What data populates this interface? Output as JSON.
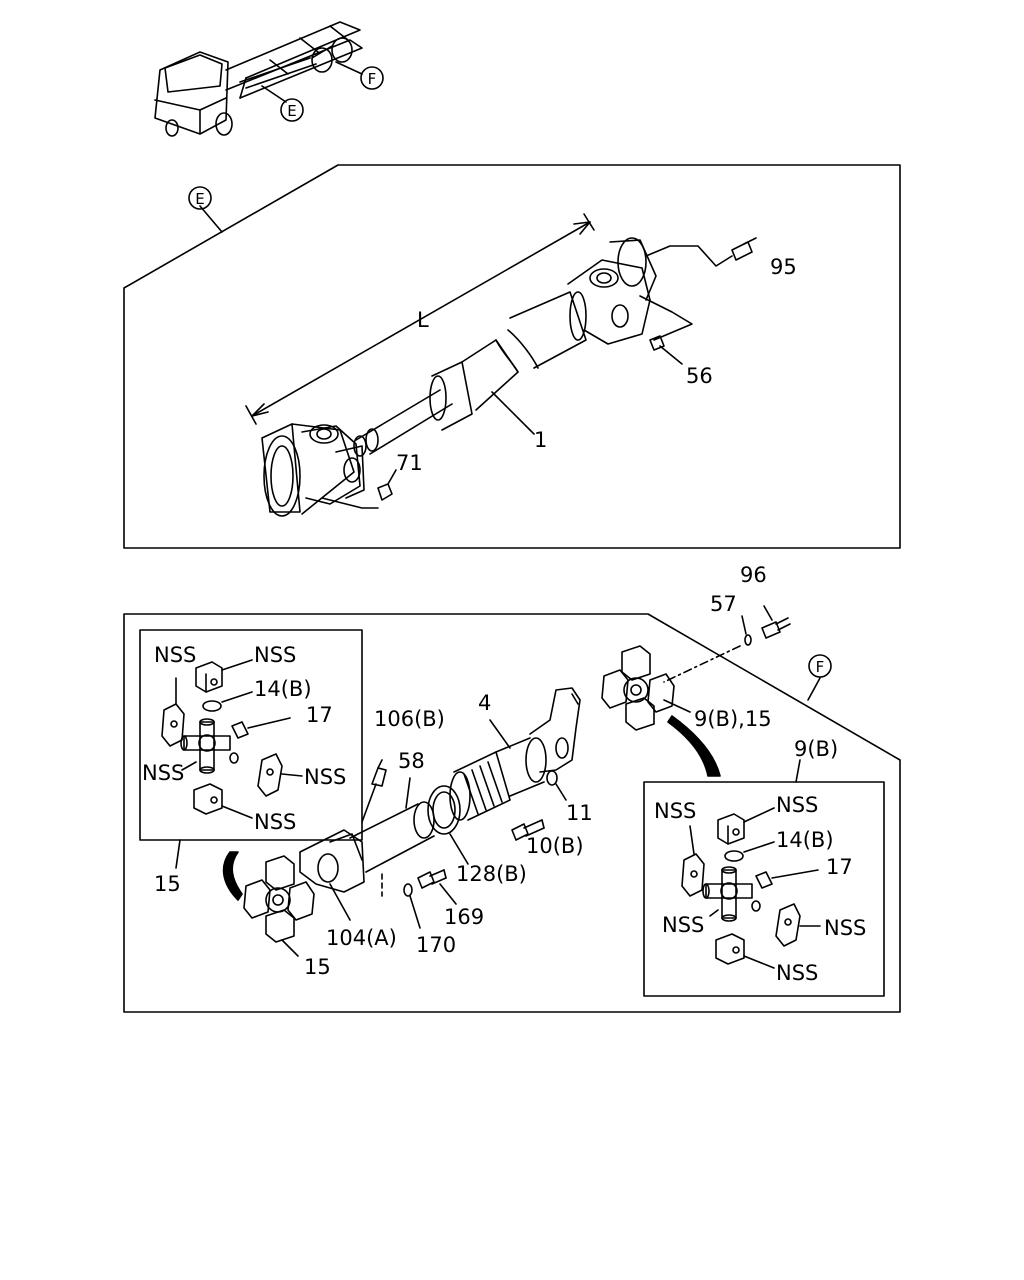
{
  "callouts": {
    "E": "E",
    "F": "F"
  },
  "upper": {
    "dimension_label": "L",
    "labels": {
      "p95": "95",
      "p56": "56",
      "p1": "1",
      "p71": "71"
    }
  },
  "lower": {
    "labels": {
      "p96": "96",
      "p57": "57",
      "p9b15": "9(B),15",
      "p9b": "9(B)",
      "p4": "4",
      "p106b": "106(B)",
      "p58": "58",
      "p11": "11",
      "p10b": "10(B)",
      "p128b": "128(B)",
      "p169": "169",
      "p170": "170",
      "p104a": "104(A)",
      "p15a": "15",
      "p15b": "15"
    },
    "left_kit": {
      "nss": "NSS",
      "p14b": "14(B)",
      "p17": "17"
    },
    "right_kit": {
      "nss": "NSS",
      "p14b": "14(B)",
      "p17": "17"
    }
  }
}
